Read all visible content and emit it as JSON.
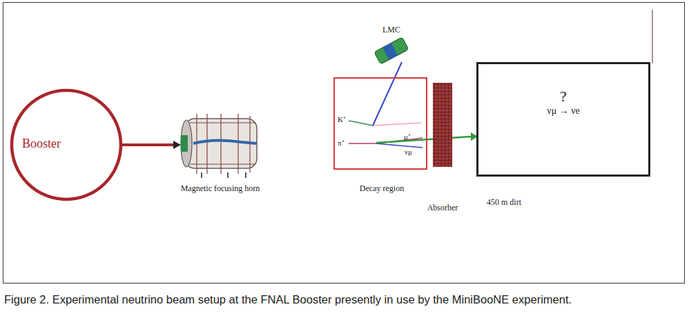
{
  "diagram": {
    "caption": "Figure 2. Experimental neutrino beam setup at the FNAL Booster presently in use by the MiniBooNE experiment.",
    "nodes": [
      {
        "text": [
          "Booster"
        ]
      },
      {
        "text": [
          "Magnetic focusing horn"
        ]
      },
      {
        "text": [
          "LMC"
        ]
      },
      {
        "text": [
          "Decay region"
        ]
      },
      {
        "text": [
          "Absorber"
        ]
      },
      {
        "text": [
          "?",
          "νμ → νe"
        ]
      }
    ],
    "edges": [
      {
        "from": 0,
        "to": 1,
        "arrow": "to"
      }
    ],
    "labels": [
      "K⁺",
      "π⁺",
      "μ⁺",
      "νμ",
      "450 m dirt"
    ]
  }
}
